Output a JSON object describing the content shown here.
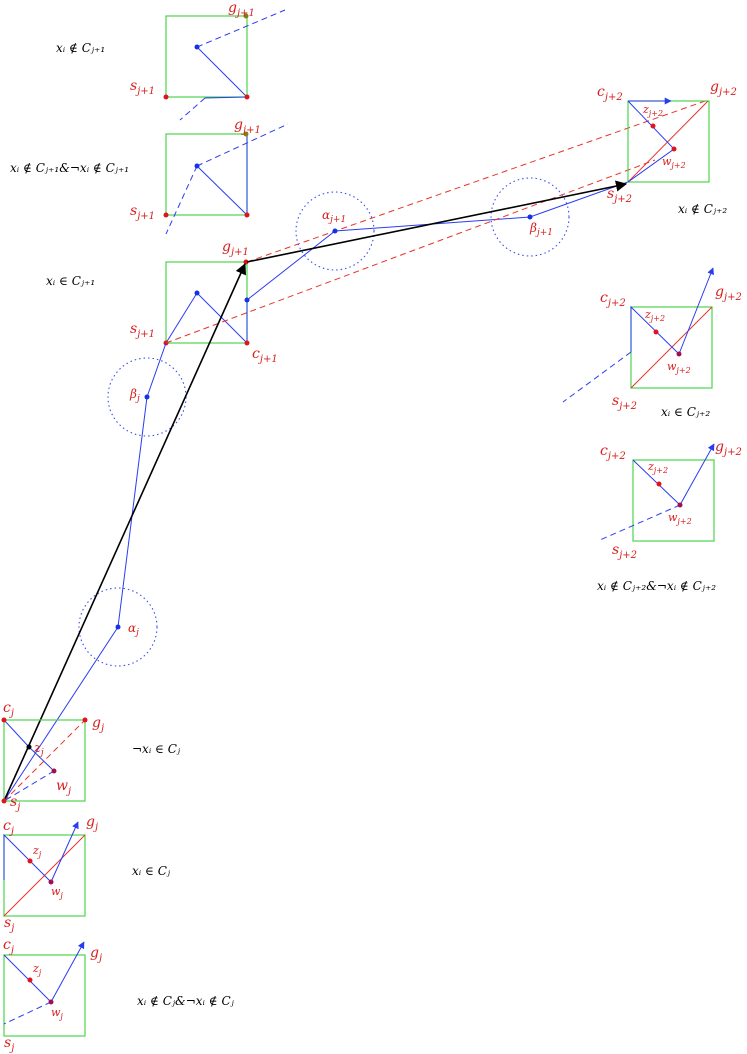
{
  "labels": {
    "g_j1": "g",
    "g_j1_sub": "j+1",
    "s_j1": "s",
    "s_j1_sub": "j+1",
    "c_j1": "c",
    "c_j1_sub": "j+1",
    "g_j2": "g",
    "g_j2_sub": "j+2",
    "s_j2": "s",
    "s_j2_sub": "j+2",
    "c_j2": "c",
    "c_j2_sub": "j+2",
    "z_j2": "z",
    "z_j2_sub": "j+2",
    "w_j2": "w",
    "w_j2_sub": "j+2",
    "c_j": "c",
    "c_j_sub": "j",
    "g_j": "g",
    "g_j_sub": "j",
    "s_j": "s",
    "s_j_sub": "j",
    "z_j": "z",
    "z_j_sub": "j",
    "w_j": "w",
    "w_j_sub": "j",
    "alpha_j": "α",
    "alpha_j_sub": "j",
    "beta_j": "β",
    "beta_j_sub": "j",
    "alpha_j1": "α",
    "alpha_j1_sub": "j+1",
    "beta_j1": "β",
    "beta_j1_sub": "j+1"
  },
  "conditions": {
    "notin_Cj1": "xᵢ ∉ Cⱼ₊₁",
    "neither_Cj1": "xᵢ ∉ Cⱼ₊₁&¬xᵢ ∉ Cⱼ₊₁",
    "in_Cj1": "xᵢ ∈ Cⱼ₊₁",
    "notin_Cj2": "xᵢ ∉ Cⱼ₊₂",
    "in_Cj2": "xᵢ ∈ Cⱼ₊₂",
    "neither_Cj2": "xᵢ ∉ Cⱼ₊₂&¬xᵢ ∉ Cⱼ₊₂",
    "negx_in_Cj": "¬xᵢ ∈ Cⱼ",
    "in_Cj": "xᵢ ∈ Cⱼ",
    "neither_Cj": "xᵢ ∉ Cⱼ&¬xᵢ ∉ Cⱼ"
  }
}
